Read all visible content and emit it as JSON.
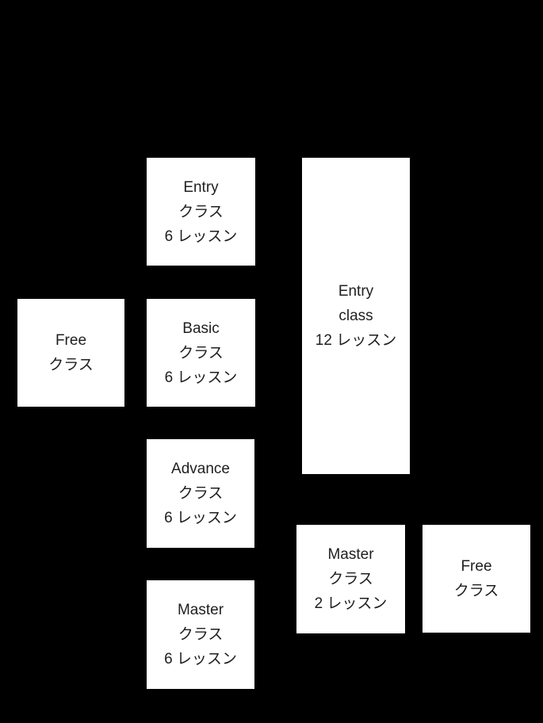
{
  "diagram": {
    "background_color": "#000000",
    "box_fill_color": "#ffffff",
    "box_text_color": "#1f1f1f",
    "boxes": [
      {
        "id": "entry-class-6-lessons",
        "lines": [
          "Entry",
          "クラス",
          "6 レッスン"
        ]
      },
      {
        "id": "free-class-left",
        "lines": [
          "Free",
          "クラス"
        ]
      },
      {
        "id": "basic-class-6-lessons",
        "lines": [
          "Basic",
          "クラス",
          "6 レッスン"
        ]
      },
      {
        "id": "entry-class-12-lessons",
        "lines": [
          "Entry",
          "class",
          "12 レッスン"
        ]
      },
      {
        "id": "advance-class-6-lessons",
        "lines": [
          "Advance",
          "クラス",
          "6 レッスン"
        ]
      },
      {
        "id": "master-class-6-lessons",
        "lines": [
          "Master",
          "クラス",
          "6 レッスン"
        ]
      },
      {
        "id": "master-class-2-lessons",
        "lines": [
          "Master",
          "クラス",
          "2 レッスン"
        ]
      },
      {
        "id": "free-class-right",
        "lines": [
          "Free",
          "クラス"
        ]
      }
    ]
  }
}
